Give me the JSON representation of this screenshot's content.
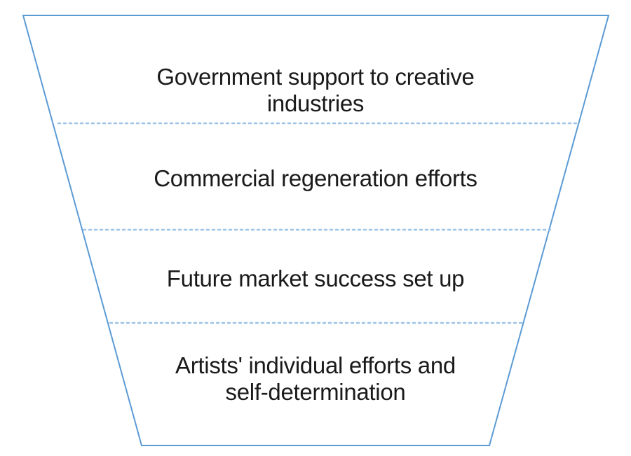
{
  "diagram": {
    "type": "funnel",
    "levels": [
      {
        "lines": [
          "Government support to creative industries"
        ]
      },
      {
        "lines": [
          "Commercial regeneration efforts"
        ]
      },
      {
        "lines": [
          "Future market success set up"
        ]
      },
      {
        "lines": [
          "Artists' individual efforts and",
          "self-determination"
        ]
      }
    ],
    "colors": {
      "outline": "#5b9bd5",
      "divider": "#9dc3e6",
      "text": "#1a1a1a"
    }
  }
}
